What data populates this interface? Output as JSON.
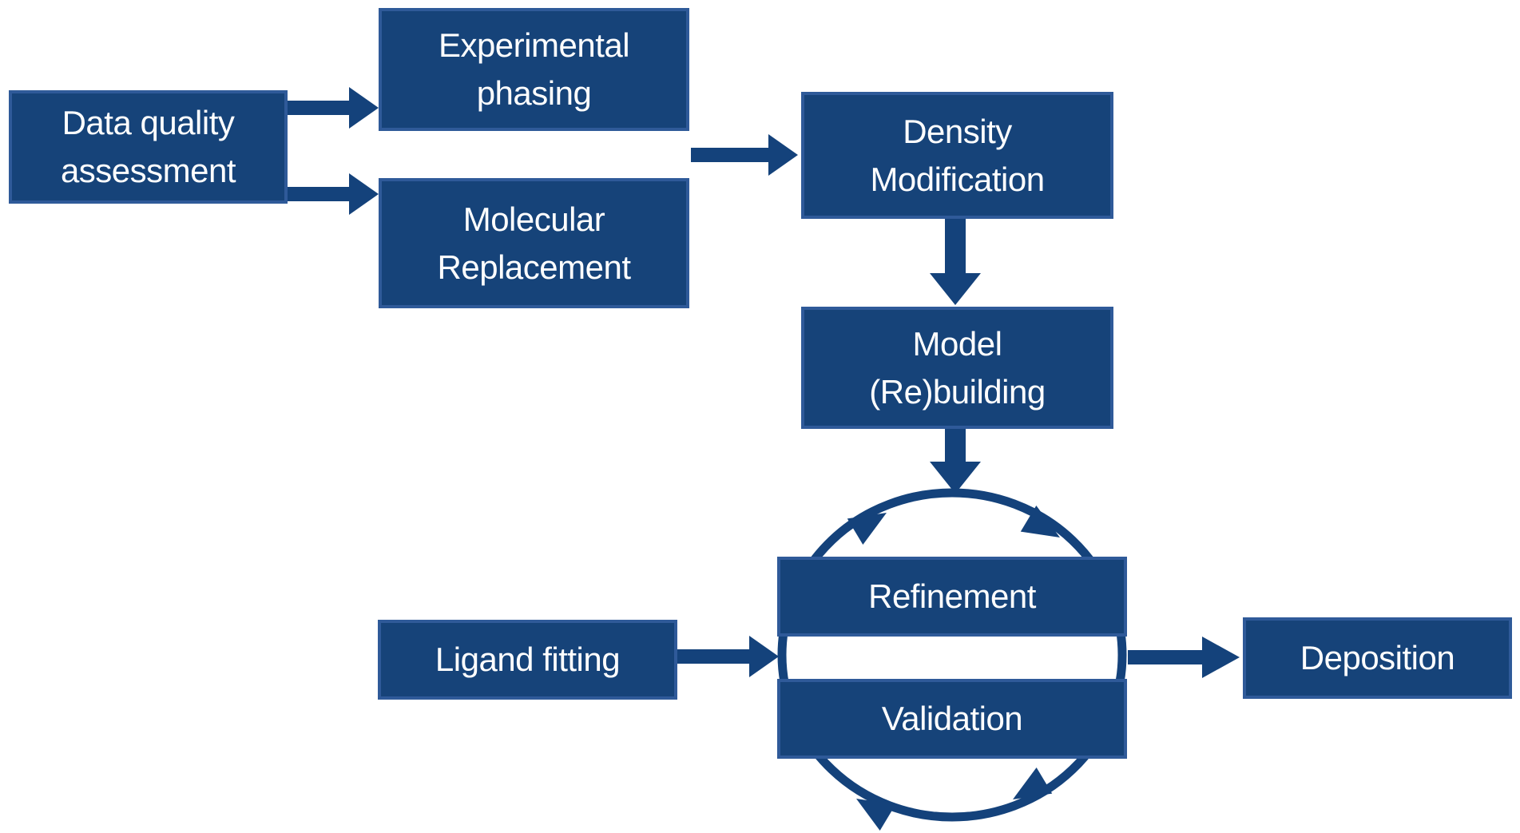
{
  "colors": {
    "box_fill": "#164379",
    "box_border": "#2F5A99",
    "arrow": "#14427B",
    "text": "#FFFFFF",
    "background": "#FFFFFF"
  },
  "nodes": {
    "data_quality": {
      "lines": [
        "Data quality",
        "assessment"
      ]
    },
    "experimental_phasing": {
      "lines": [
        "Experimental",
        "phasing"
      ]
    },
    "molecular_replacement": {
      "lines": [
        "Molecular",
        "Replacement"
      ]
    },
    "density_modification": {
      "lines": [
        "Density",
        "Modification"
      ]
    },
    "model_rebuilding": {
      "lines": [
        "Model",
        "(Re)building"
      ]
    },
    "refinement": {
      "label": "Refinement"
    },
    "validation": {
      "label": "Validation"
    },
    "ligand_fitting": {
      "label": "Ligand fitting"
    },
    "deposition": {
      "label": "Deposition"
    }
  },
  "edges": [
    {
      "from": "Data quality assessment",
      "to": "Experimental phasing"
    },
    {
      "from": "Data quality assessment",
      "to": "Molecular Replacement"
    },
    {
      "from": "Experimental phasing / Molecular Replacement",
      "to": "Density Modification"
    },
    {
      "from": "Density Modification",
      "to": "Model (Re)building"
    },
    {
      "from": "Model (Re)building",
      "to": "Refinement / Validation cycle"
    },
    {
      "from": "Ligand fitting",
      "to": "Refinement / Validation cycle"
    },
    {
      "from": "Refinement / Validation cycle",
      "to": "Deposition"
    }
  ],
  "cycle": {
    "between": [
      "Refinement",
      "Validation"
    ],
    "direction": "clockwise",
    "arrowhead_count": 4
  }
}
